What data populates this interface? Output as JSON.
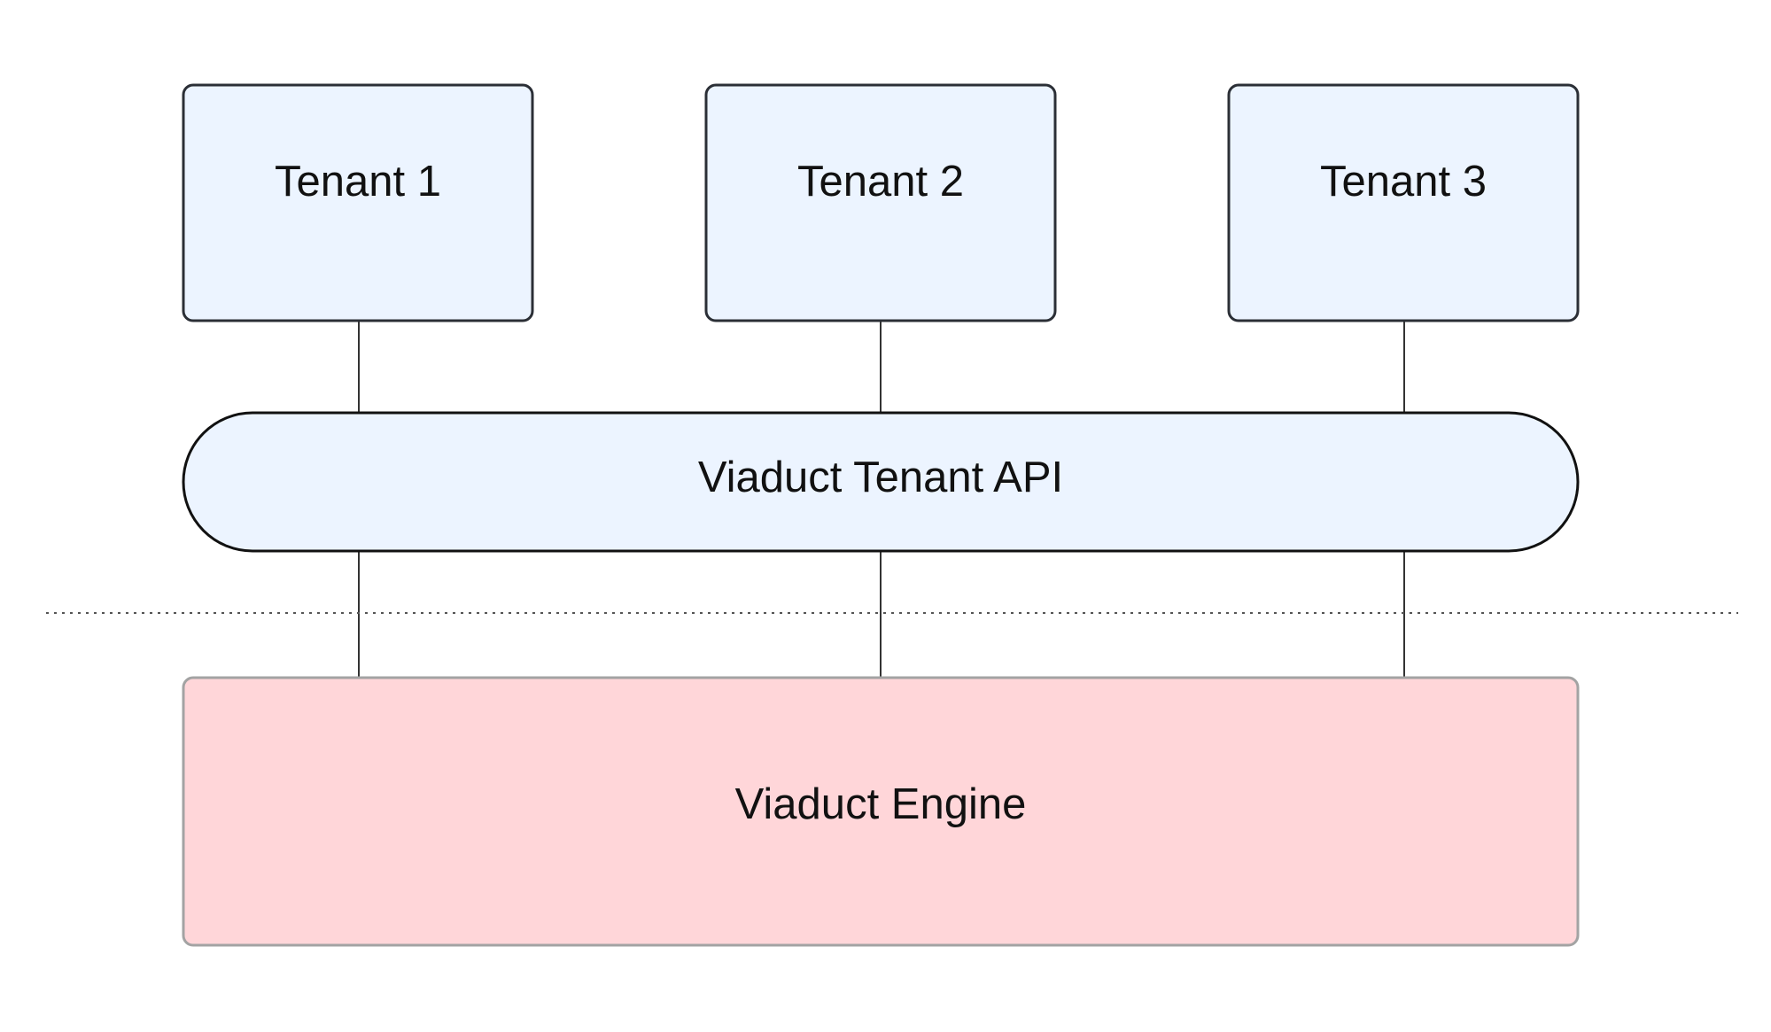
{
  "diagram": {
    "tenants": [
      {
        "label": "Tenant 1"
      },
      {
        "label": "Tenant 2"
      },
      {
        "label": "Tenant 3"
      }
    ],
    "api": {
      "label": "Viaduct Tenant API"
    },
    "engine": {
      "label": "Viaduct Engine"
    }
  },
  "colors": {
    "tenant_fill": "#ECF4FF",
    "tenant_stroke": "#2B2F36",
    "api_fill": "#ECF4FF",
    "api_stroke": "#111111",
    "engine_fill": "#FFD6D9",
    "engine_stroke": "#A3A3A3",
    "connector": "#333333",
    "separator": "#555555"
  }
}
